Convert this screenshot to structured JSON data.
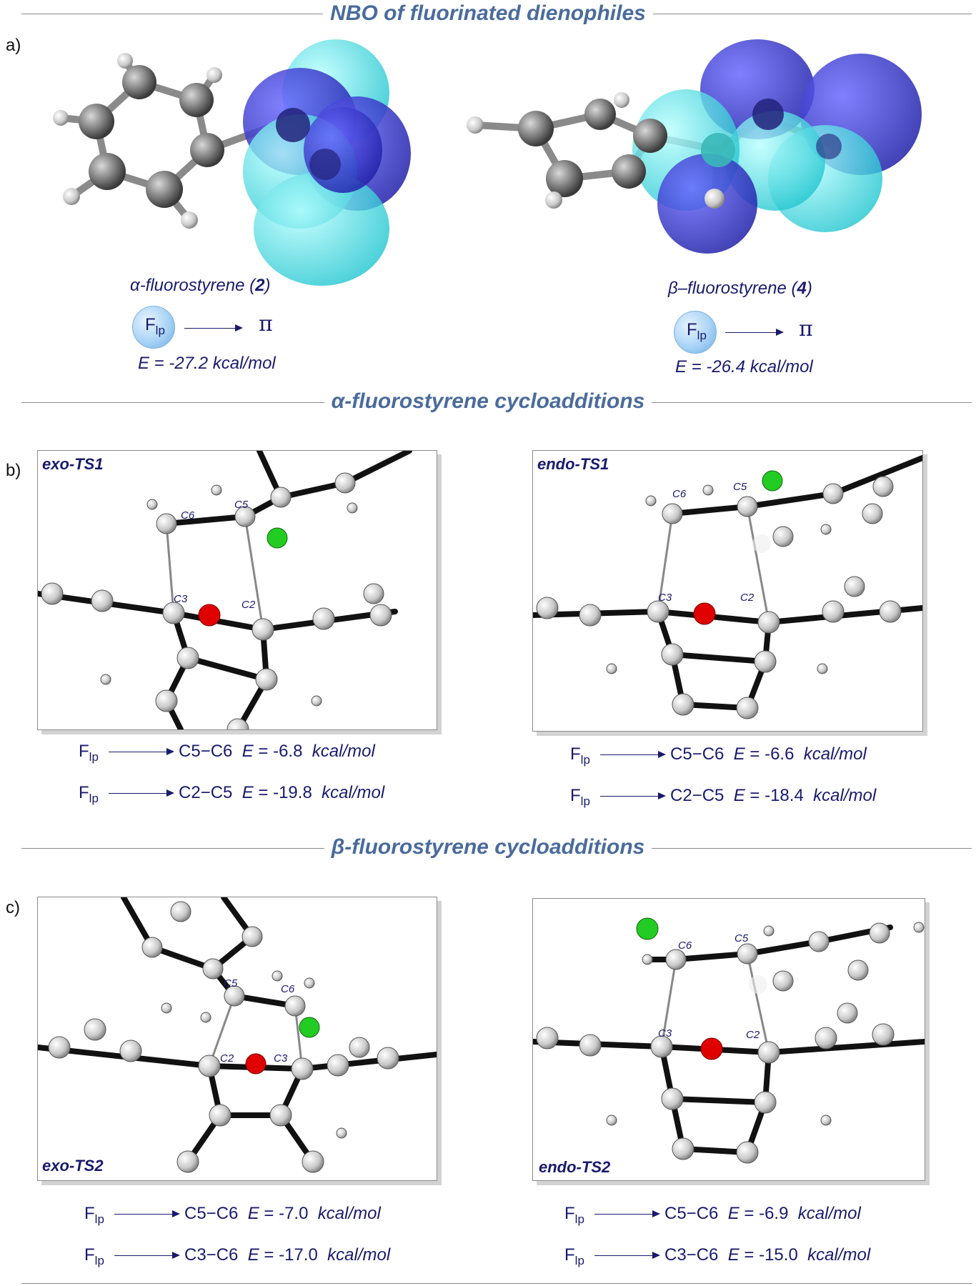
{
  "sections": {
    "nbo_title": "NBO of fluorinated dienophiles",
    "alpha_title": "α-fluorostyrene cycloadditions",
    "beta_title": "β-fluorostyrene cycloadditions"
  },
  "part_labels": {
    "a": "a)",
    "b": "b)",
    "c": "c)"
  },
  "panel_a": {
    "left": {
      "name_prefix": "α-fluorostyrene (",
      "name_number": "2",
      "name_suffix": ")",
      "flp_main": "F",
      "flp_sub": "lp",
      "target": "π",
      "energy": "E = -27.2 kcal/mol"
    },
    "right": {
      "name_prefix": "β–fluorostyrene (",
      "name_number": "4",
      "name_suffix": ")",
      "flp_main": "F",
      "flp_sub": "lp",
      "target": "π",
      "energy": "E = -26.4 kcal/mol"
    }
  },
  "atom_labels": {
    "c2": "C2",
    "c3": "C3",
    "c5": "C5",
    "c6": "C6"
  },
  "ts": {
    "exo_ts1": {
      "label": "exo-TS1",
      "rows": [
        {
          "flp": "F",
          "sub": "lp",
          "bond": "C5−C6",
          "e": "E",
          "value": " = -6.8",
          "unit": "kcal/mol"
        },
        {
          "flp": "F",
          "sub": "lp",
          "bond": "C2−C5",
          "e": "E",
          "value": " = -19.8",
          "unit": "kcal/mol"
        }
      ]
    },
    "endo_ts1": {
      "label": "endo-TS1",
      "rows": [
        {
          "flp": "F",
          "sub": "lp",
          "bond": "C5−C6",
          "e": "E",
          "value": " = -6.6",
          "unit": "kcal/mol"
        },
        {
          "flp": "F",
          "sub": "lp",
          "bond": "C2−C5",
          "e": "E",
          "value": " = -18.4",
          "unit": "kcal/mol"
        }
      ]
    },
    "exo_ts2": {
      "label": "exo-TS2",
      "rows": [
        {
          "flp": "F",
          "sub": "lp",
          "bond": "C5−C6",
          "e": "E",
          "value": " = -7.0",
          "unit": "kcal/mol"
        },
        {
          "flp": "F",
          "sub": "lp",
          "bond": "C3−C6",
          "e": "E",
          "value": " = -17.0",
          "unit": "kcal/mol"
        }
      ]
    },
    "endo_ts2": {
      "label": "endo-TS2",
      "rows": [
        {
          "flp": "F",
          "sub": "lp",
          "bond": "C5−C6",
          "e": "E",
          "value": " = -6.9",
          "unit": "kcal/mol"
        },
        {
          "flp": "F",
          "sub": "lp",
          "bond": "C3−C6",
          "e": "E",
          "value": " = -15.0",
          "unit": "kcal/mol"
        }
      ]
    }
  },
  "colors": {
    "section_title": "#4a6b9c",
    "text": "#1a1a6e",
    "orbital_blue": "#3333cc",
    "orbital_cyan": "#33d6e0",
    "carbon": "#6e6e6e",
    "oxygen": "#e00000",
    "fluorine": "#22cc22"
  }
}
